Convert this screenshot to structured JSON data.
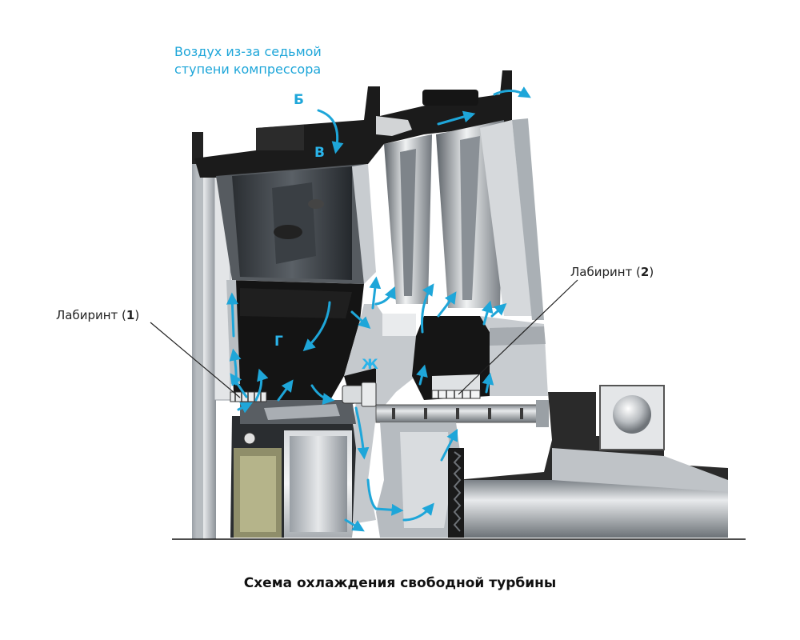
{
  "diagram": {
    "air_source_line1": "Воздух из-за седьмой",
    "air_source_line2": "ступени компрессора",
    "cavity_labels": {
      "b": "Б",
      "v": "В",
      "g": "Г",
      "zh": "Ж"
    },
    "labyrinth_1": {
      "text": "Лабиринт (",
      "num": "1",
      "close": ")"
    },
    "labyrinth_2": {
      "text": "Лабиринт (",
      "num": "2",
      "close": ")"
    },
    "caption": "Схема охлаждения свободной турбины",
    "colors": {
      "flow_arrow": "#1ea6d9",
      "metal_dark": "#1c1c1c",
      "metal_light": "#c9ccd0",
      "metal_mid": "#8e9398"
    },
    "icons": [
      "flow-arrow-icon"
    ]
  }
}
